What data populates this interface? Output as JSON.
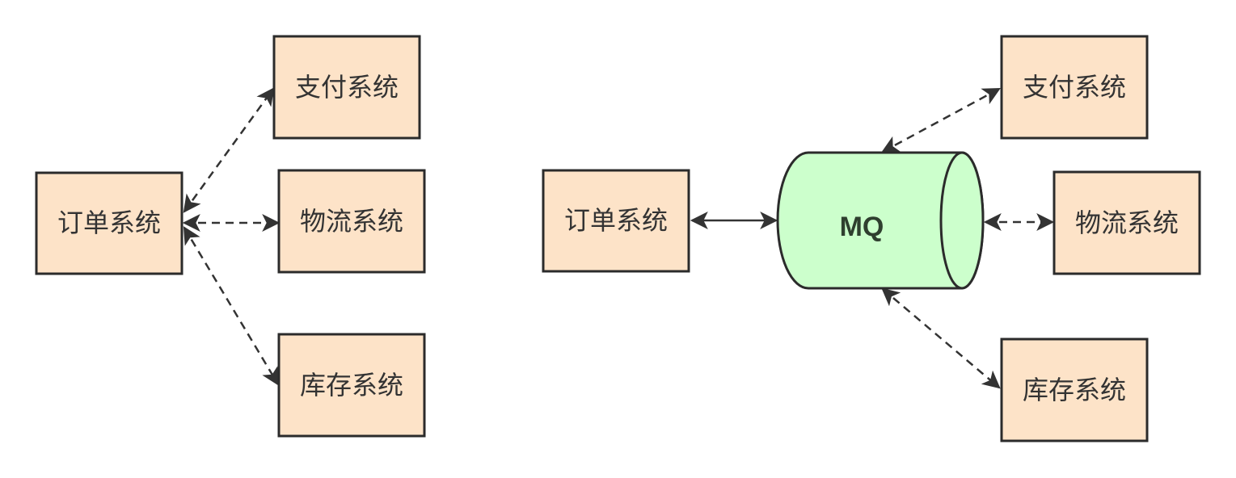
{
  "left_diagram": {
    "order": "订单系统",
    "payment": "支付系统",
    "logistics": "物流系统",
    "inventory": "库存系统"
  },
  "right_diagram": {
    "order": "订单系统",
    "mq": "MQ",
    "payment": "支付系统",
    "logistics": "物流系统",
    "inventory": "库存系统"
  },
  "colors": {
    "box_fill": "#fde3c8",
    "mq_fill": "#ccffcc",
    "stroke": "#2b2b2b"
  }
}
